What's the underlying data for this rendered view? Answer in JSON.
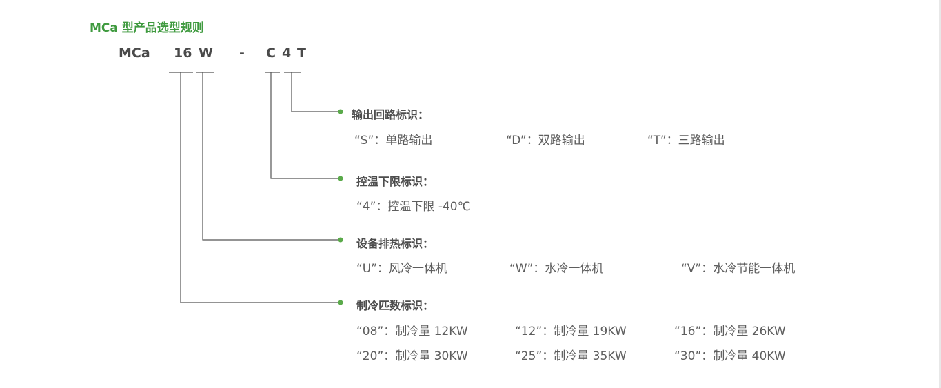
{
  "title": "MCa 型产品选型规则",
  "colors": {
    "accent": "#3f9a3f",
    "line": "#555555",
    "text": "#5e5e5e"
  },
  "model_code": {
    "series": "MCa",
    "capacity": "16",
    "cooling": "W",
    "dash": "-",
    "type": "C",
    "temp": "4",
    "output": "T"
  },
  "sections": [
    {
      "title": "输出回路标识：",
      "options": [
        "“S”：单路输出",
        "“D”：双路输出",
        "“T”：三路输出"
      ]
    },
    {
      "title": "控温下限标识：",
      "options": [
        "“4”：控温下限 -40℃"
      ]
    },
    {
      "title": "设备排热标识：",
      "options": [
        "“U”：风冷一体机",
        "“W”：水冷一体机",
        "“V”：水冷节能一体机"
      ]
    },
    {
      "title": "制冷匹数标识：",
      "options": [
        "“08”：制冷量 12KW",
        "“12”：制冷量 19KW",
        "“16”：制冷量 26KW",
        "“20”：制冷量 30KW",
        "“25”：制冷量 35KW",
        "“30”：制冷量 40KW"
      ]
    }
  ]
}
